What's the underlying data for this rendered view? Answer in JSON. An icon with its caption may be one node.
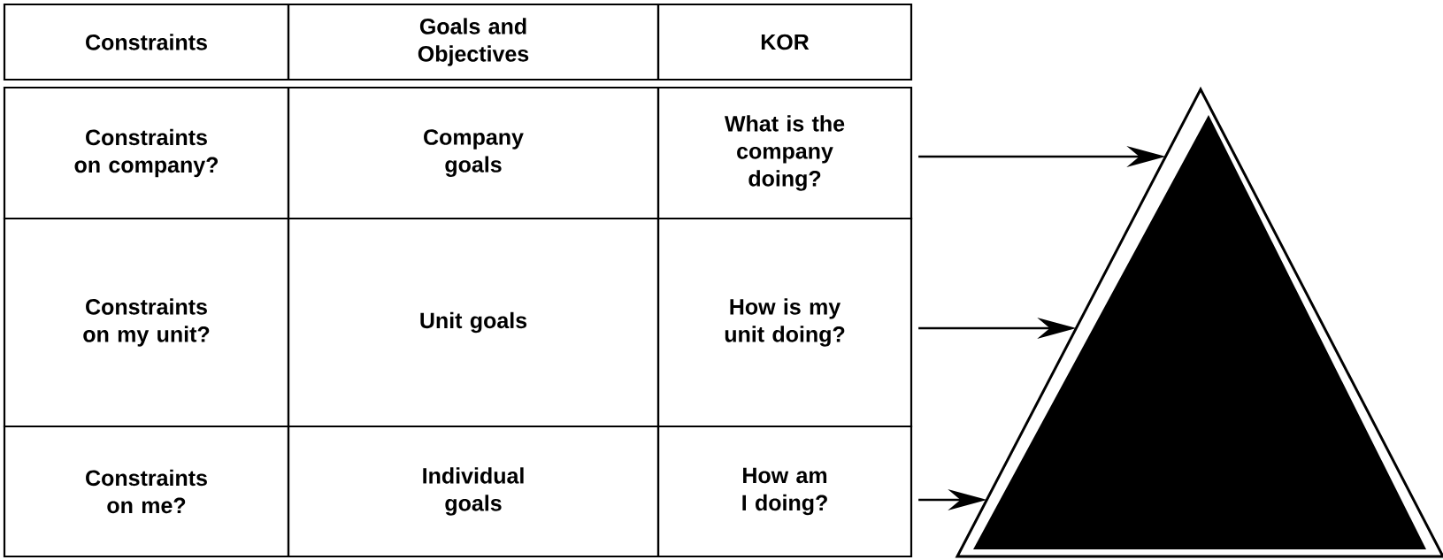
{
  "diagram": {
    "nodes": [
      {
        "text": [
          "What is the company doing?"
        ]
      },
      {
        "text": [
          "How is my unit doing?"
        ]
      },
      {
        "text": [
          "How am I doing?"
        ]
      },
      {
        "text": [],
        "shape": "triangle"
      }
    ],
    "edges": [
      {
        "from": 0,
        "to": 3,
        "arrow": "to"
      },
      {
        "from": 1,
        "to": 3,
        "arrow": "to"
      },
      {
        "from": 2,
        "to": 3,
        "arrow": "to"
      }
    ],
    "labels": [
      "Constraints",
      "Goals and Objectives",
      "KOR",
      "Constraints on company?",
      "Company goals",
      "Constraints on my unit?",
      "Unit goals",
      "Constraints on me?",
      "Individual goals"
    ]
  }
}
